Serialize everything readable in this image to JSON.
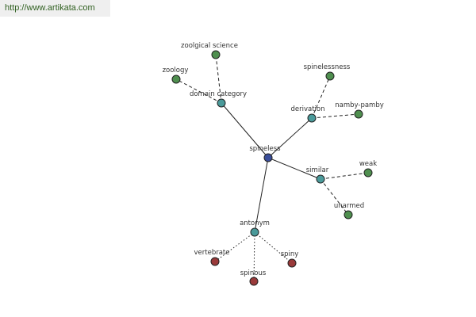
{
  "watermark": "http://www.artikata.com",
  "colors": {
    "center": "#3a4e9a",
    "hub": "#4a9a9a",
    "leaf_green": "#4f8f4f",
    "leaf_red": "#9a3a3a",
    "edge": "#222222"
  },
  "graph": {
    "center": "spineless",
    "nodes": [
      {
        "id": "spineless",
        "label": "spineless",
        "kind": "center"
      },
      {
        "id": "domain",
        "label": "domain category",
        "kind": "hub"
      },
      {
        "id": "derivation",
        "label": "derivation",
        "kind": "hub"
      },
      {
        "id": "similar",
        "label": "similar",
        "kind": "hub"
      },
      {
        "id": "antonym",
        "label": "antonym",
        "kind": "hub"
      },
      {
        "id": "zoological",
        "label": "zoolgical science",
        "kind": "leaf_green"
      },
      {
        "id": "zoology",
        "label": "zoology",
        "kind": "leaf_green"
      },
      {
        "id": "spinelessness",
        "label": "spinelessness",
        "kind": "leaf_green"
      },
      {
        "id": "namby",
        "label": "namby-pamby",
        "kind": "leaf_green"
      },
      {
        "id": "weak",
        "label": "weak",
        "kind": "leaf_green"
      },
      {
        "id": "unarmed",
        "label": "unarmed",
        "kind": "leaf_green"
      },
      {
        "id": "vertebrate",
        "label": "vertebrate",
        "kind": "leaf_red"
      },
      {
        "id": "spinous",
        "label": "spinous",
        "kind": "leaf_red"
      },
      {
        "id": "spiny",
        "label": "spiny",
        "kind": "leaf_red"
      }
    ],
    "edges": [
      {
        "from": "spineless",
        "to": "domain",
        "style": "solid"
      },
      {
        "from": "spineless",
        "to": "derivation",
        "style": "solid"
      },
      {
        "from": "spineless",
        "to": "similar",
        "style": "solid"
      },
      {
        "from": "spineless",
        "to": "antonym",
        "style": "solid"
      },
      {
        "from": "domain",
        "to": "zoological",
        "style": "dashed"
      },
      {
        "from": "domain",
        "to": "zoology",
        "style": "dashed"
      },
      {
        "from": "derivation",
        "to": "spinelessness",
        "style": "dashed"
      },
      {
        "from": "derivation",
        "to": "namby",
        "style": "dashed"
      },
      {
        "from": "similar",
        "to": "weak",
        "style": "dashed"
      },
      {
        "from": "similar",
        "to": "unarmed",
        "style": "dashed"
      },
      {
        "from": "antonym",
        "to": "vertebrate",
        "style": "dotted"
      },
      {
        "from": "antonym",
        "to": "spinous",
        "style": "dotted"
      },
      {
        "from": "antonym",
        "to": "spiny",
        "style": "dotted"
      }
    ]
  }
}
